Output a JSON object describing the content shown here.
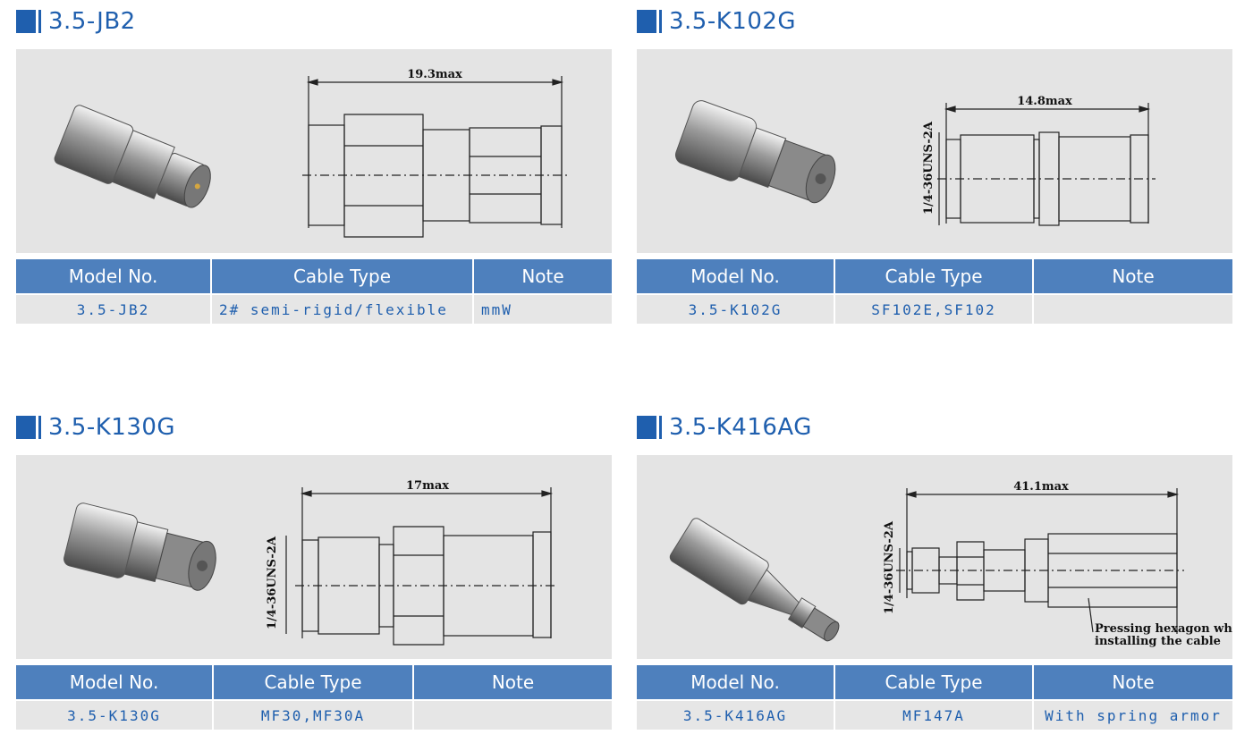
{
  "table_headers": {
    "model": "Model No.",
    "cable": "Cable Type",
    "note": "Note"
  },
  "products": [
    {
      "title": "3.5-JB2",
      "model": "3.5-JB2",
      "cable": "2# semi-rigid/flexible",
      "note": "mmW",
      "dimension": "19.3max",
      "thread": ""
    },
    {
      "title": "3.5-K102G",
      "model": "3.5-K102G",
      "cable": "SF102E,SF102",
      "note": "",
      "dimension": "14.8max",
      "thread": "1/4-36UNS-2A"
    },
    {
      "title": "3.5-K130G",
      "model": "3.5-K130G",
      "cable": "MF30,MF30A",
      "note": "",
      "dimension": "17max",
      "thread": "1/4-36UNS-2A"
    },
    {
      "title": "3.5-K416AG",
      "model": "3.5-K416AG",
      "cable": "MF147A",
      "note": "With spring armor",
      "dimension": "41.1max",
      "thread": "1/4-36UNS-2A",
      "callout_line1": "Pressing hexagon when",
      "callout_line2": "installing the cable"
    }
  ],
  "colors": {
    "accent": "#1f5fae",
    "header_bg": "#4e80bd",
    "panel_bg": "#e4e4e4"
  },
  "icons": [
    "title-marker-icon"
  ]
}
